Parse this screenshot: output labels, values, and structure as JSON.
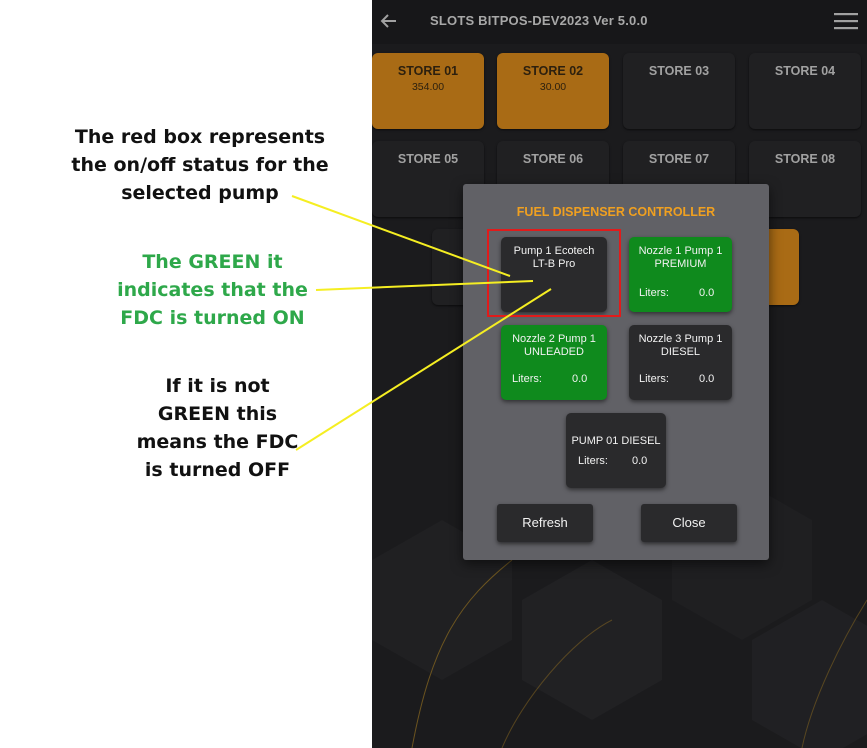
{
  "annotations": {
    "red_box": [
      "The red box represents",
      "the on/off status for the",
      "selected pump"
    ],
    "green": [
      "The GREEN it",
      "indicates that the",
      "FDC is turned ON"
    ],
    "not_green": [
      "If it is not",
      "GREEN this",
      "means the FDC",
      "is turned OFF"
    ]
  },
  "app": {
    "title": "SLOTS BITPOS-DEV2023 Ver 5.0.0",
    "back_icon": "arrow-left-icon",
    "menu_icon": "hamburger-menu-icon",
    "stores": [
      {
        "name": "STORE 01",
        "value": "354.00",
        "status": "active"
      },
      {
        "name": "STORE 02",
        "value": "30.00",
        "status": "active"
      },
      {
        "name": "STORE 03",
        "value": "",
        "status": "idle"
      },
      {
        "name": "STORE 04",
        "value": "",
        "status": "idle"
      },
      {
        "name": "STORE 05",
        "value": "",
        "status": "idle"
      },
      {
        "name": "STORE 06",
        "value": "",
        "status": "idle"
      },
      {
        "name": "STORE 07",
        "value": "",
        "status": "idle"
      },
      {
        "name": "STORE 08",
        "value": "",
        "status": "idle"
      }
    ]
  },
  "dialog": {
    "title": "FUEL DISPENSER CONTROLLER",
    "controller": {
      "name": "Pump 1 Ecotech LT-B Pro",
      "status": "off"
    },
    "nozzles": [
      {
        "name": "Nozzle 1 Pump 1 PREMIUM",
        "liters_label": "Liters:",
        "liters": "0.0",
        "status": "on"
      },
      {
        "name": "Nozzle 2 Pump 1 UNLEADED",
        "liters_label": "Liters:",
        "liters": "0.0",
        "status": "on"
      },
      {
        "name": "Nozzle 3 Pump 1 DIESEL",
        "liters_label": "Liters:",
        "liters": "0.0",
        "status": "off"
      },
      {
        "name": "PUMP 01 DIESEL",
        "liters_label": "Liters:",
        "liters": "0.0",
        "status": "off"
      }
    ],
    "refresh_label": "Refresh",
    "close_label": "Close"
  },
  "colors": {
    "on_green": "#0f8a1d",
    "accent_orange": "#f0a020",
    "store_orange": "#d98a1c",
    "highlight_red": "#e11b1b",
    "arrow_yellow": "#f5ee22",
    "annotation_green": "#2ea84a"
  }
}
